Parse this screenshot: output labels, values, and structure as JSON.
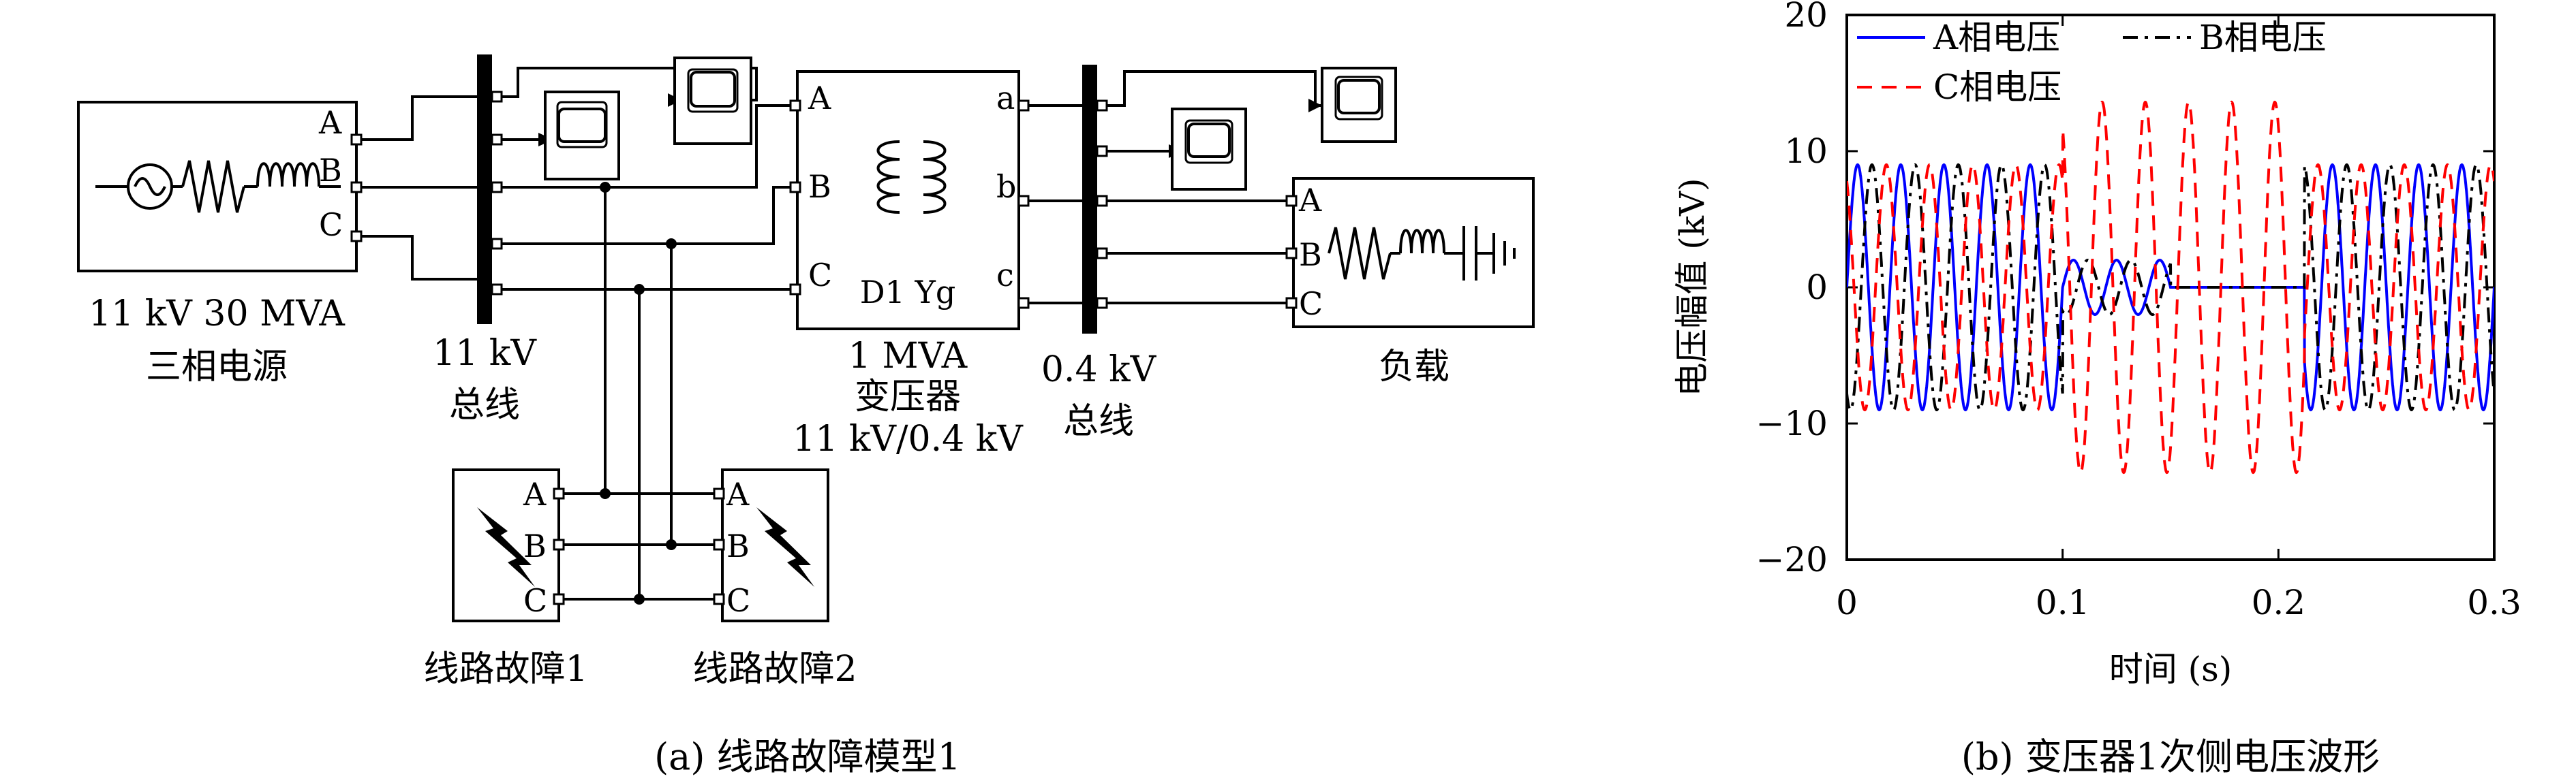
{
  "left": {
    "source": {
      "ports": [
        "A",
        "B",
        "C"
      ],
      "name_line1": "11 kV 30 MVA",
      "name_line2": "三相电源"
    },
    "bus11": {
      "name_line1": "11 kV",
      "name_line2": "总线"
    },
    "transformer": {
      "in_ports": [
        "A",
        "B",
        "C"
      ],
      "out_ports": [
        "a",
        "b",
        "c"
      ],
      "winding": "D1  Yg",
      "name_line1": "1 MVA",
      "name_line2": "变压器",
      "name_line3": "11 kV/0.4 kV"
    },
    "bus04": {
      "name_line1": "0.4 kV",
      "name_line2": "总线"
    },
    "load": {
      "ports": [
        "A",
        "B",
        "C"
      ],
      "name": "负载"
    },
    "fault1": {
      "ports": [
        "A",
        "B",
        "C"
      ],
      "name": "线路故障1"
    },
    "fault2": {
      "ports": [
        "A",
        "B",
        "C"
      ],
      "name": "线路故障2"
    },
    "caption": "(a) 线路故障模型1"
  },
  "right": {
    "caption": "(b) 变压器1次侧电压波形",
    "chart_data": {
      "type": "line",
      "xlabel": "时间 (s)",
      "ylabel": "电压幅值 (kV)",
      "xlim": [
        0,
        0.3
      ],
      "ylim": [
        -20,
        20
      ],
      "xticks": [
        0,
        0.1,
        0.2,
        0.3
      ],
      "xtick_labels": [
        "0",
        "0.1",
        "0.2",
        "0.3"
      ],
      "yticks": [
        -20,
        -10,
        0,
        10,
        20
      ],
      "ytick_labels": [
        "−20",
        "−10",
        "0",
        "10",
        "20"
      ],
      "frequency_hz": 50,
      "grid": false,
      "legend_position": "top-left",
      "series": [
        {
          "name": "A相电压",
          "color": "#0000ff",
          "dash": "solid",
          "phase_deg": 0,
          "segments": [
            {
              "t": [
                0,
                0.1
              ],
              "amplitude": 9
            },
            {
              "t": [
                0.1,
                0.15
              ],
              "amplitude": 2
            },
            {
              "t": [
                0.15,
                0.212
              ],
              "amplitude": 0
            },
            {
              "t": [
                0.212,
                0.3
              ],
              "amplitude": 9
            }
          ]
        },
        {
          "name": "B相电压",
          "color": "#000000",
          "dash": "dashdot",
          "phase_deg": -120,
          "segments": [
            {
              "t": [
                0,
                0.1
              ],
              "amplitude": 9
            },
            {
              "t": [
                0.1,
                0.15
              ],
              "amplitude": 2
            },
            {
              "t": [
                0.15,
                0.212
              ],
              "amplitude": 0
            },
            {
              "t": [
                0.212,
                0.3
              ],
              "amplitude": 9
            }
          ]
        },
        {
          "name": "C相电压",
          "color": "#ff0000",
          "dash": "dashed",
          "phase_deg": 120,
          "segments": [
            {
              "t": [
                0,
                0.1
              ],
              "amplitude": 9
            },
            {
              "t": [
                0.1,
                0.212
              ],
              "amplitude": 13.6
            },
            {
              "t": [
                0.212,
                0.3
              ],
              "amplitude": 9
            }
          ]
        }
      ]
    }
  }
}
